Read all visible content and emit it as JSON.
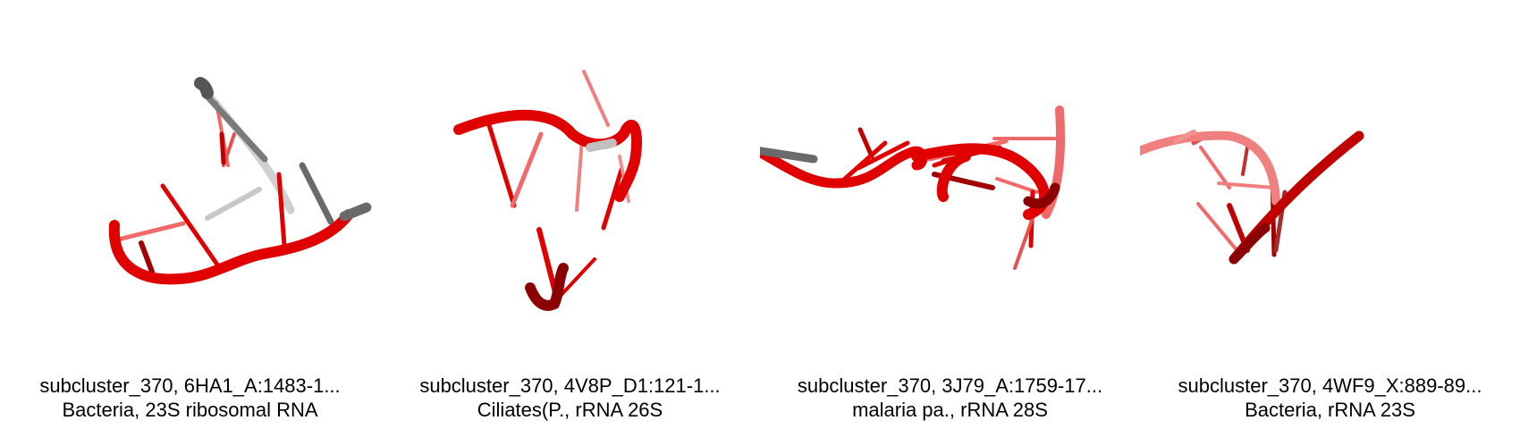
{
  "panels": [
    {
      "title": "subcluster_370, 6HA1_A:1483-1...",
      "subtitle": "Bacteria, 23S ribosomal RNA",
      "image_name": "rna-structure-render"
    },
    {
      "title": "subcluster_370, 4V8P_D1:121-1...",
      "subtitle": "Ciliates(P., rRNA 26S",
      "image_name": "rna-structure-render"
    },
    {
      "title": "subcluster_370, 3J79_A:1759-17...",
      "subtitle": "malaria pa., rRNA 28S",
      "image_name": "rna-structure-render"
    },
    {
      "title": "subcluster_370, 4WF9_X:889-89...",
      "subtitle": "Bacteria, rRNA 23S",
      "image_name": "rna-structure-render"
    }
  ],
  "colors": {
    "backbone": "#e00000",
    "backbone_dark": "#8b0000",
    "backbone_light": "#f06a6a",
    "grey": "#707070",
    "grey_light": "#c8c8c8"
  }
}
